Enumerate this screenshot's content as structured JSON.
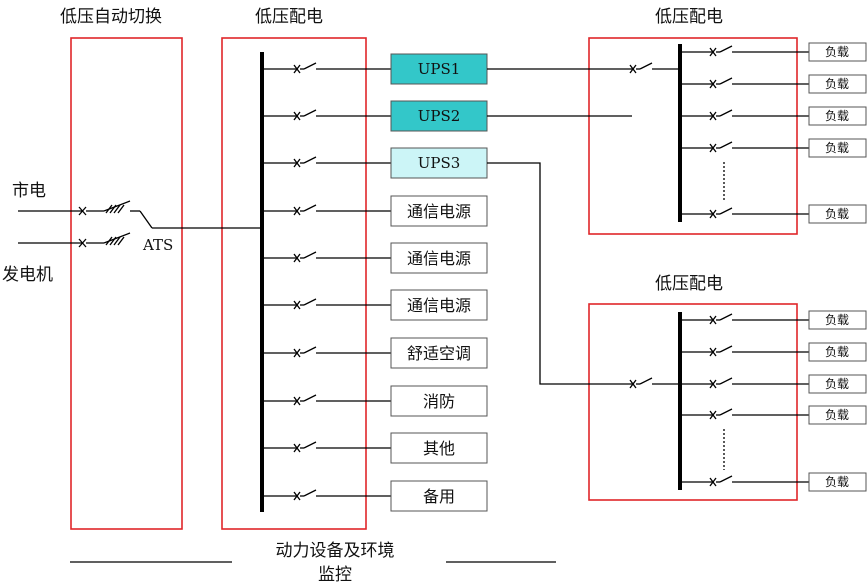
{
  "labels": {
    "ats_section": "低压自动切换",
    "lv_main": "低压配电",
    "lv_right_top": "低压配电",
    "lv_right_bottom": "低压配电",
    "mains": "市电",
    "generator": "发电机",
    "ats": "ATS",
    "monitor_line1": "动力设备及环境",
    "monitor_line2": "监控"
  },
  "ups": [
    {
      "label": "UPS1",
      "color": "#33c7c9"
    },
    {
      "label": "UPS2",
      "color": "#33c7c9"
    },
    {
      "label": "UPS3",
      "color": "#ccf5f7"
    }
  ],
  "branches": [
    {
      "label": "通信电源"
    },
    {
      "label": "通信电源"
    },
    {
      "label": "通信电源"
    },
    {
      "label": "舒适空调"
    },
    {
      "label": "消防"
    },
    {
      "label": "其他"
    },
    {
      "label": "备用"
    }
  ],
  "top_loads": [
    "负载",
    "负载",
    "负载",
    "负载",
    "负载"
  ],
  "bottom_loads": [
    "负载",
    "负载",
    "负载",
    "负载",
    "负载"
  ],
  "colors": {
    "panel_border": "#e0262a",
    "ups_active": "#33c7c9",
    "ups_light": "#ccf5f7"
  }
}
